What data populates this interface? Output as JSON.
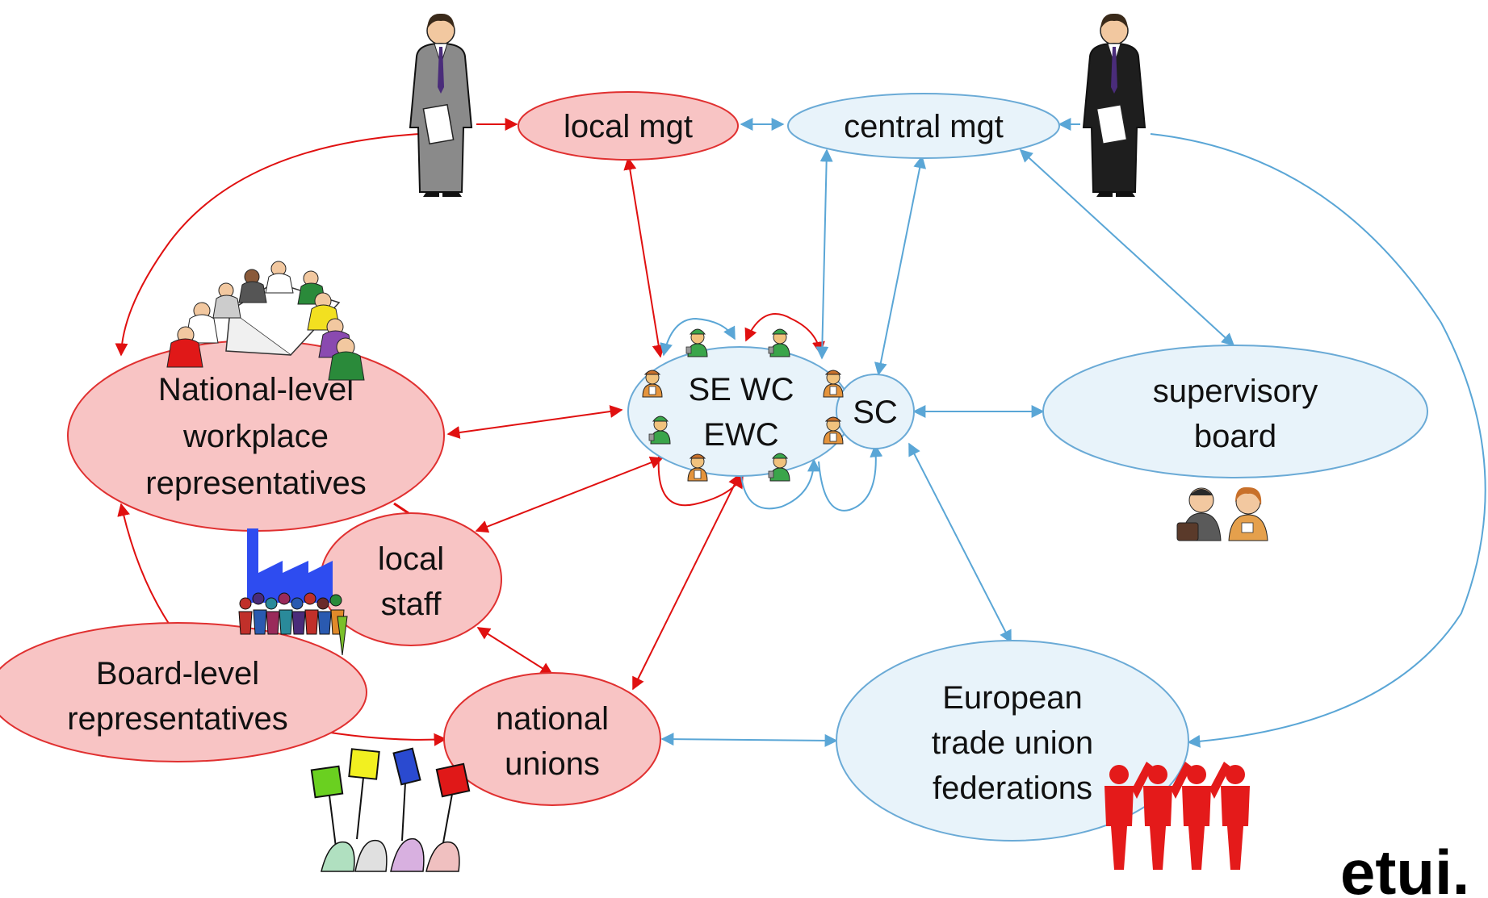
{
  "colors": {
    "red_node_fill": "#f8c4c4",
    "red_node_stroke": "#e03030",
    "blue_node_fill": "#e8f3fa",
    "blue_node_stroke": "#6aaad6",
    "red_arrow": "#e01010",
    "blue_arrow": "#5aa6d6",
    "etui_red": "#e41a1a",
    "factory_blue": "#2e4cf0"
  },
  "nodes": {
    "local_mgt": "local mgt",
    "central_mgt": "central mgt",
    "se_wc_line1": "SE WC",
    "se_wc_line2": "EWC",
    "sc": "SC",
    "supervisory_line1": "supervisory",
    "supervisory_line2": "board",
    "national_rep_line1": "National-level",
    "national_rep_line2": "workplace",
    "national_rep_line3": "representatives",
    "local_staff_line1": "local",
    "local_staff_line2": "staff",
    "board_level_line1": "Board-level",
    "board_level_line2": "representatives",
    "national_unions_line1": "national",
    "national_unions_line2": "unions",
    "etuf_line1": "European",
    "etuf_line2": "trade union",
    "etuf_line3": "federations"
  },
  "brand": {
    "logo_text": "etui."
  },
  "icons": [
    "manager-figure-icon",
    "meeting-table-icon",
    "factory-icon",
    "workers-crowd-icon",
    "protest-signs-icon",
    "board-members-icon",
    "worker-figure-icon",
    "etui-union-figures-icon"
  ]
}
